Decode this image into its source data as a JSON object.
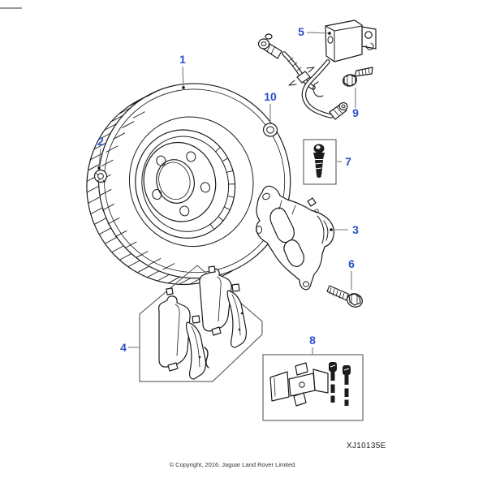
{
  "colors": {
    "callout": "#2b4fcc",
    "leader": "#7a7a7a",
    "line_art": "#1c1c1c",
    "box_outline": "#4a4a4a",
    "background": "#ffffff"
  },
  "callouts": [
    {
      "label": "1",
      "part": "brake-disc"
    },
    {
      "label": "2",
      "part": "disc-retaining-nut"
    },
    {
      "label": "3",
      "part": "brake-caliper"
    },
    {
      "label": "4",
      "part": "brake-pad-kit"
    },
    {
      "label": "5",
      "part": "brake-hose-assembly"
    },
    {
      "label": "6",
      "part": "caliper-bolt"
    },
    {
      "label": "7",
      "part": "bleed-screw"
    },
    {
      "label": "8",
      "part": "pad-fitting-kit"
    },
    {
      "label": "9",
      "part": "bracket-bolt"
    },
    {
      "label": "10",
      "part": "sealing-washer"
    }
  ],
  "footer": {
    "copyright": "© Copyright, 2016. Jaguar Land Rover Limited.",
    "diagram_code": "XJ10135E"
  }
}
